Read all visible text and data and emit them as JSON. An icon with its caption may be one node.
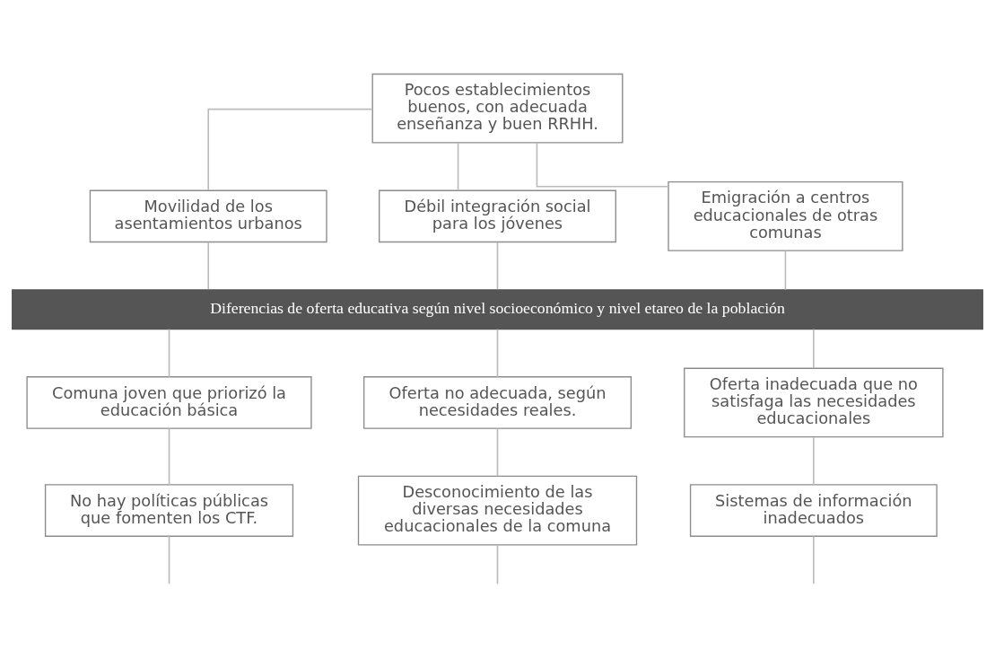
{
  "diagram": {
    "nodes": [
      {
        "text": [
          "Pocos establecimientos buenos, con adecuada enseñanza y buen RRHH."
        ]
      },
      {
        "text": [
          "Movilidad de los asentamientos urbanos"
        ]
      },
      {
        "text": [
          "Débil integración social para los jóvenes"
        ]
      },
      {
        "text": [
          "Emigración a centros educacionales de otras comunas"
        ]
      },
      {
        "text": [
          "Diferencias de oferta educativa según nivel socioeconómico y nivel etareo de la población"
        ]
      },
      {
        "text": [
          "Comuna joven que priorizó la educación básica"
        ]
      },
      {
        "text": [
          "Oferta no adecuada, según necesidades reales."
        ]
      },
      {
        "text": [
          "Oferta inadecuada que no satisfaga las necesidades educacionales"
        ]
      },
      {
        "text": [
          "No hay políticas públicas que fomenten los CTF."
        ]
      },
      {
        "text": [
          "Desconocimiento de las diversas necesidades educacionales de la comuna"
        ]
      },
      {
        "text": [
          "Sistemas de información inadecuados"
        ]
      }
    ],
    "edges": [
      {
        "from": 0,
        "to": 1,
        "arrow": "none"
      },
      {
        "from": 0,
        "to": 2,
        "arrow": "none"
      },
      {
        "from": 0,
        "to": 3,
        "arrow": "none"
      },
      {
        "from": 1,
        "to": 4,
        "arrow": "none"
      },
      {
        "from": 2,
        "to": 4,
        "arrow": "none"
      },
      {
        "from": 3,
        "to": 4,
        "arrow": "none"
      },
      {
        "from": 4,
        "to": 5,
        "arrow": "none"
      },
      {
        "from": 4,
        "to": 6,
        "arrow": "none"
      },
      {
        "from": 4,
        "to": 7,
        "arrow": "none"
      },
      {
        "from": 5,
        "to": 8,
        "arrow": "none"
      },
      {
        "from": 6,
        "to": 9,
        "arrow": "none"
      },
      {
        "from": 7,
        "to": 10,
        "arrow": "none"
      },
      {
        "from": 8,
        "to": null,
        "arrow": "none"
      },
      {
        "from": 9,
        "to": null,
        "arrow": "none"
      },
      {
        "from": 10,
        "to": null,
        "arrow": "none"
      }
    ]
  }
}
